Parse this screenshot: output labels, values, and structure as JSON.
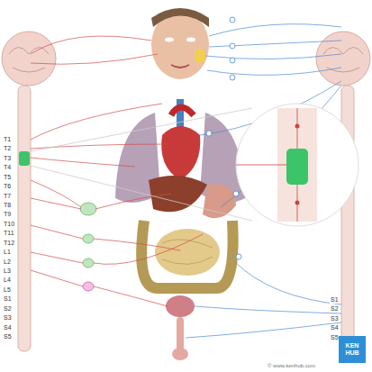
{
  "diagram": {
    "nodes": [
      {
        "text": [
          "KEN HUB"
        ]
      }
    ],
    "labels": [
      "T1",
      "T2",
      "T3",
      "T4",
      "T5",
      "T6",
      "T7",
      "T8",
      "T9",
      "T10",
      "T11",
      "T12",
      "L1",
      "L2",
      "L3",
      "L4",
      "L5",
      "S1",
      "S2",
      "S3",
      "S4",
      "S5",
      "S1",
      "S2",
      "S3",
      "S4",
      "S5",
      "© www.kenhub.com"
    ]
  }
}
